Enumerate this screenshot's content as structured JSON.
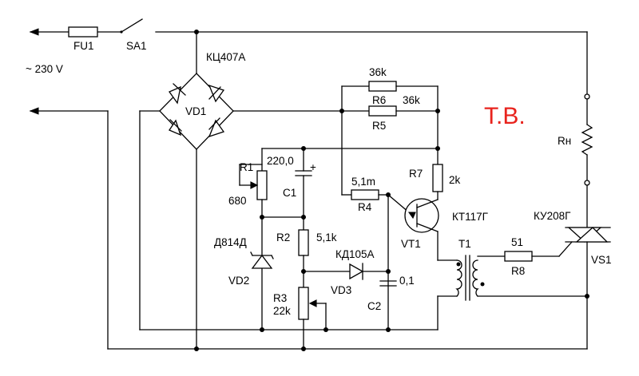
{
  "labels": {
    "fu1": "FU1",
    "sa1": "SA1",
    "mains": "~ 230 V",
    "bridge_type": "КЦ407А",
    "vd1": "VD1",
    "r6_val": "36k",
    "r6": "R6",
    "r5_val": "36k",
    "r5": "R5",
    "watermark": "Т.В.",
    "c1_val": "220,0",
    "r1": "R1",
    "r1_val": "680",
    "c1": "C1",
    "c1_plus": "+",
    "r4_val": "5,1m",
    "r4": "R4",
    "r7": "R7",
    "r7_val": "2k",
    "rn": "Rн",
    "vt1_type": "КТ117Г",
    "vt1": "VT1",
    "vs1_type": "КУ208Г",
    "vs1": "VS1",
    "zener_type": "Д814Д",
    "vd2": "VD2",
    "r2": "R2",
    "r2_val": "5,1k",
    "vd3_type": "КД105А",
    "vd3": "VD3",
    "c2_val": "0,1",
    "c2": "C2",
    "r3": "R3",
    "r3_val": "22k",
    "t1": "T1",
    "r8_val": "51",
    "r8": "R8"
  },
  "colors": {
    "ink": "#000000",
    "watermark": "#e8231d",
    "background": "#ffffff"
  }
}
